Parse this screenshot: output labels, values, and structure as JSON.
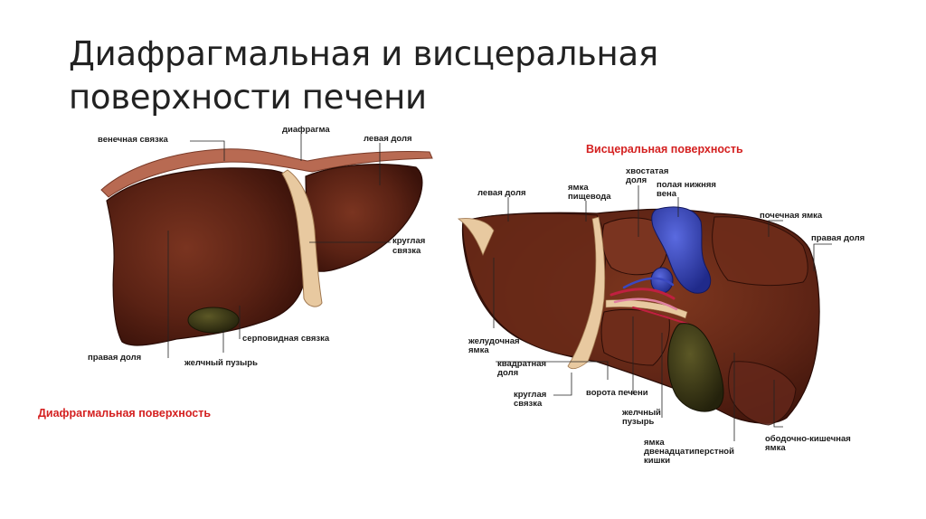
{
  "title": "Диафрагмальная и висцеральная поверхности печени",
  "captions": {
    "diaphragmatic": "Диафрагмальная поверхность",
    "visceral": "Висцеральная поверхность"
  },
  "left_labels": {
    "coronary": "венечная связка",
    "diaphragm": "диафрагма",
    "left_lobe": "левая доля",
    "round_lig_1": "круглая",
    "round_lig_2": "связка",
    "falciform": "серповидная связка",
    "right_lobe": "правая доля",
    "gallbladder": "желчный пузырь"
  },
  "right_labels": {
    "left_lobe": "левая доля",
    "esoph_1": "ямка",
    "esoph_2": "пищевода",
    "caudate_1": "хвостатая",
    "caudate_2": "доля",
    "ivc_1": "полая нижняя",
    "ivc_2": "вена",
    "renal": "почечная ямка",
    "right_lobe": "правая доля",
    "gastric_1": "желудочная",
    "gastric_2": "ямка",
    "quad_1": "квадратная",
    "quad_2": "доля",
    "round_1": "круглая",
    "round_2": "связка",
    "porta": "ворота печени",
    "gall_1": "желчный",
    "gall_2": "пузырь",
    "colic_1": "ободочно-кишечная",
    "colic_2": "ямка",
    "duod_1": "ямка",
    "duod_2": "двенадцатиперстной",
    "duod_3": "кишки"
  },
  "colors": {
    "liver_dark": "#4a1a10",
    "liver_mid": "#6e2c1c",
    "liver_light": "#8a3e28",
    "ligament": "#e8c9a0",
    "vein_blue": "#3540b0",
    "gallbladder": "#3c3a18",
    "caption_red": "#d42020"
  }
}
